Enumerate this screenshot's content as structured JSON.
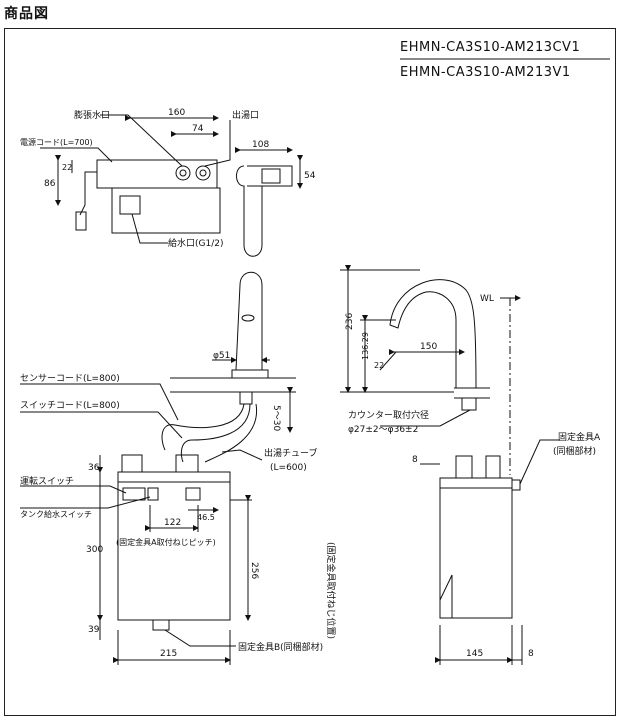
{
  "header": {
    "title": "商品図"
  },
  "models": [
    "EHMN-CA3S10-AM213CV1",
    "EHMN-CA3S10-AM213V1"
  ],
  "labels": {
    "expansion_port": "膨張水口",
    "outlet": "出湯口",
    "power_cord": "電源コード(L=700)",
    "inlet": "給水口(G1/2)",
    "sensor_cord": "センサーコード(L=800)",
    "switch_cord": "スイッチコード(L=800)",
    "outlet_tube_1": "出湯チューブ",
    "outlet_tube_2": "(L=600)",
    "run_switch": "運転スイッチ",
    "tank_switch": "タンク給水スイッチ",
    "bracket_a_pitch": "(固定金具A取付ねじピッチ)",
    "bracket_a_pos": "(固定金具取付ねじ位置)",
    "bracket_b": "固定金具B(同梱部材)",
    "bracket_a_1": "固定金具A",
    "bracket_a_2": "(同梱部材)",
    "counter_hole_1": "カウンター取付穴径",
    "counter_hole_2": "φ27±2～φ36±2",
    "wl": "WL"
  },
  "dims": {
    "d160": "160",
    "d74": "74",
    "d108": "108",
    "d54": "54",
    "d86": "86",
    "d22": "22",
    "d236": "236",
    "d136": "136.29",
    "d150": "150",
    "d22b": "22",
    "d51": "φ51",
    "d5_30": "5～30",
    "d36": "36",
    "d300": "300",
    "d122": "122",
    "d46": "46.5",
    "d256": "256",
    "d39": "39",
    "d215": "215",
    "d8a": "8",
    "d145": "145",
    "d8b": "8"
  }
}
